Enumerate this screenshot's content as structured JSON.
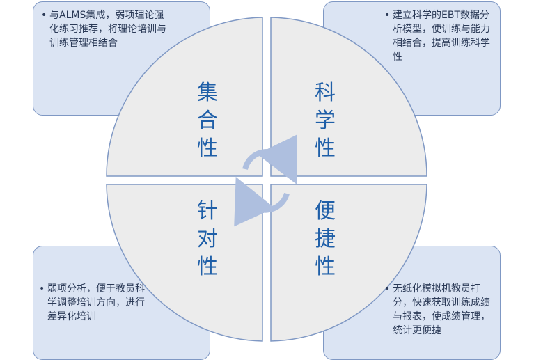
{
  "quadrants": {
    "top_left": {
      "title": [
        "集",
        "合",
        "性"
      ],
      "bullet": "•",
      "text": "与ALMS集成，弱项理论强化练习推荐，将理论培训与训练管理相结合"
    },
    "top_right": {
      "title": [
        "科",
        "学",
        "性"
      ],
      "bullet": "•",
      "text": "建立科学的EBT数据分析模型，使训练与能力相结合，提高训练科学性"
    },
    "bottom_left": {
      "title": [
        "针",
        "对",
        "性"
      ],
      "bullet": "•",
      "text": "弱项分析，便于教员科学调整培训方向，进行差异化培训"
    },
    "bottom_right": {
      "title": [
        "便",
        "捷",
        "性"
      ],
      "bullet": "•",
      "text": "无纸化模拟机教员打分，快速获取训练成绩与报表，使成绩管理，统计更便捷"
    }
  },
  "colors": {
    "box_fill": "#dbe4f3",
    "box_border": "#7f98c4",
    "quad_fill": "#ececec",
    "quad_border": "#7f98c4",
    "title_color": "#1f5fa8",
    "arrow_color": "#aebfdf"
  }
}
